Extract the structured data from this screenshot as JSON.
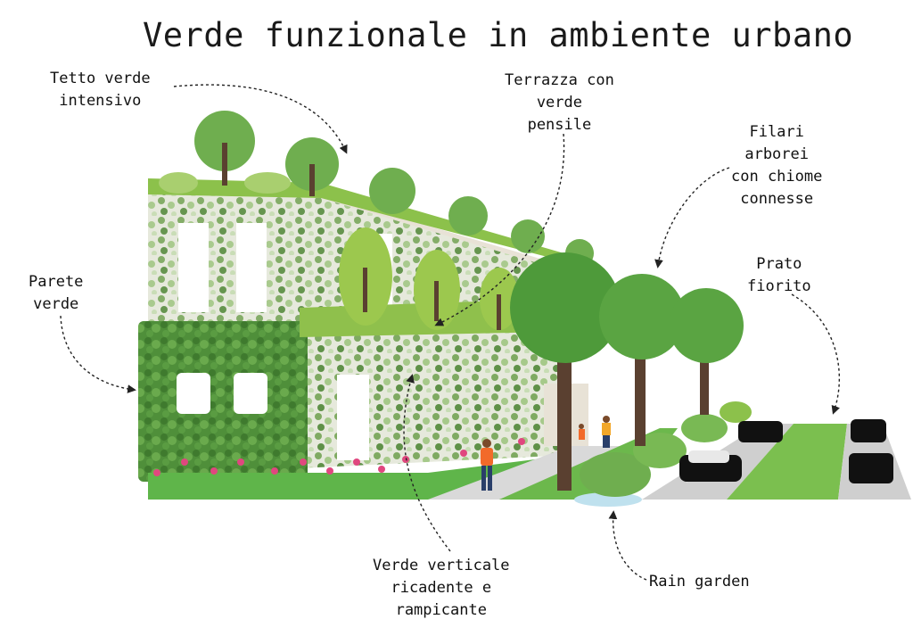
{
  "title": "Verde funzionale in ambiente urbano",
  "labels": {
    "tetto": [
      "Tetto verde",
      "intensivo"
    ],
    "terrazza": [
      "Terrazza con",
      "verde",
      "pensile"
    ],
    "filari": [
      "Filari",
      "arborei",
      "con chiome",
      "connesse"
    ],
    "parete": [
      "Parete",
      "verde"
    ],
    "prato": [
      "Prato",
      "fiorito"
    ],
    "verticale": [
      "Verde verticale",
      "ricadente e",
      "rampicante"
    ],
    "rain": [
      "Rain garden"
    ]
  },
  "colors": {
    "wall": "#e8e2d6",
    "leaf_dark": "#4e8a3a",
    "leaf_mid": "#6fae4f",
    "leaf_light": "#a9cf6f",
    "trunk": "#5a4030",
    "asphalt": "#d6d6d6",
    "flower": "#e0477f"
  }
}
